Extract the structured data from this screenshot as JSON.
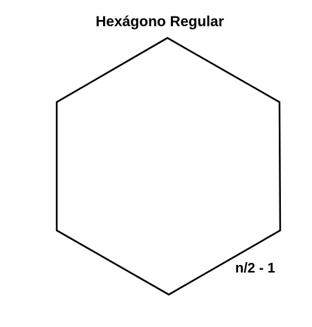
{
  "diagram": {
    "title": "Hexágono Regular",
    "shape": "regular-hexagon",
    "sides": 6,
    "formula_label": "n/2 - 1",
    "colors": {
      "stroke": "#000000",
      "background": "#ffffff",
      "text": "#000000"
    }
  }
}
